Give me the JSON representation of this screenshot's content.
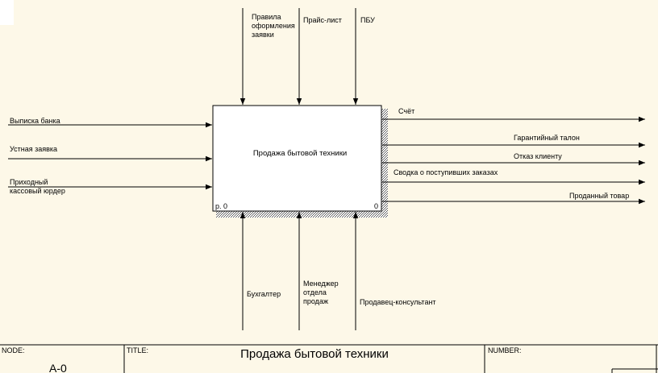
{
  "diagram": {
    "box": {
      "title": "Продажа бытовой техники",
      "node_ref": "p. 0",
      "number": "0"
    },
    "controls": [
      [
        "Правила",
        "оформления",
        "заявки"
      ],
      [
        "Прайс-лист"
      ],
      [
        "ПБУ"
      ]
    ],
    "inputs": [
      [
        "Выписка банка"
      ],
      [
        "Устная заявка"
      ],
      [
        "Приходный",
        "кассовый юрдер"
      ]
    ],
    "outputs": [
      "Счёт",
      "Гарантийный талон",
      "Отказ клиенту",
      "Сводка о поступивших заказах",
      "Проданный товар"
    ],
    "mechanisms": [
      [
        "Бухгалтер"
      ],
      [
        "Менеджер",
        "отдела",
        "продаж"
      ],
      [
        "Продавец-консультант"
      ]
    ]
  },
  "footer": {
    "node_caption": "NODE:",
    "node_value": "A-0",
    "title_caption": "TITLE:",
    "title_value": "Продажа бытовой техники",
    "number_caption": "NUMBER:"
  },
  "colors": {
    "background": "#fdf8e8",
    "line": "#000000",
    "shadow": "#777777"
  }
}
